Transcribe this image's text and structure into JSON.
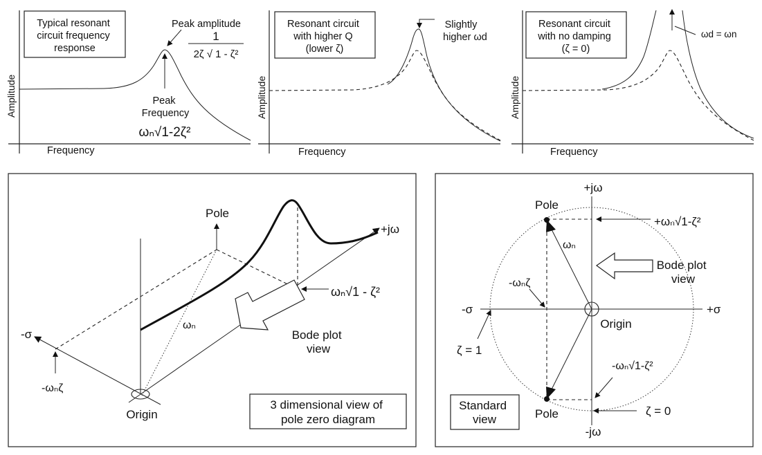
{
  "panel1": {
    "title_lines": [
      "Typical resonant",
      "circuit frequency",
      "response"
    ],
    "peak_amplitude_label": "Peak amplitude",
    "peak_amp_numerator": "1",
    "peak_amp_denominator": "2ζ √ 1 - ζ²",
    "peak_frequency_lines": [
      "Peak",
      "Frequency"
    ],
    "peak_freq_formula": "ωₙ√1-2ζ²",
    "y_label": "Amplitude",
    "x_label": "Frequency"
  },
  "panel2": {
    "title_lines": [
      "Resonant circuit",
      "with higher Q",
      "(lower ζ)"
    ],
    "note_lines": [
      "Slightly",
      "higher ωd"
    ],
    "y_label": "Amplitude",
    "x_label": "Frequency"
  },
  "panel3": {
    "title_lines": [
      "Resonant circuit",
      "with no damping",
      "(ζ = 0)"
    ],
    "note": "ωd = ωn",
    "y_label": "Amplitude",
    "x_label": "Frequency"
  },
  "panel4": {
    "pole_label": "Pole",
    "plus_jw": "+jω",
    "minus_sigma": "-σ",
    "omega_n": "ωₙ",
    "freq_label": "ωₙ√1 - ζ²",
    "minus_wn_zeta": "-ωₙζ",
    "origin": "Origin",
    "bode_lines": [
      "Bode plot",
      "view"
    ],
    "caption_lines": [
      "3 dimensional view of",
      "pole zero diagram"
    ]
  },
  "panel5": {
    "plus_jw": "+jω",
    "minus_jw": "-jω",
    "plus_sigma": "+σ",
    "minus_sigma": "-σ",
    "pole_top": "Pole",
    "pole_bottom": "Pole",
    "omega_n": "ωₙ",
    "minus_wn_zeta": "-ωₙζ",
    "top_freq": "+ωₙ√1-ζ²",
    "bottom_freq": "-ωₙ√1-ζ²",
    "bode_lines": [
      "Bode plot",
      "view"
    ],
    "origin": "Origin",
    "zeta_one": "ζ = 1",
    "zeta_zero": "ζ = 0",
    "caption_lines": [
      "Standard",
      "view"
    ]
  }
}
